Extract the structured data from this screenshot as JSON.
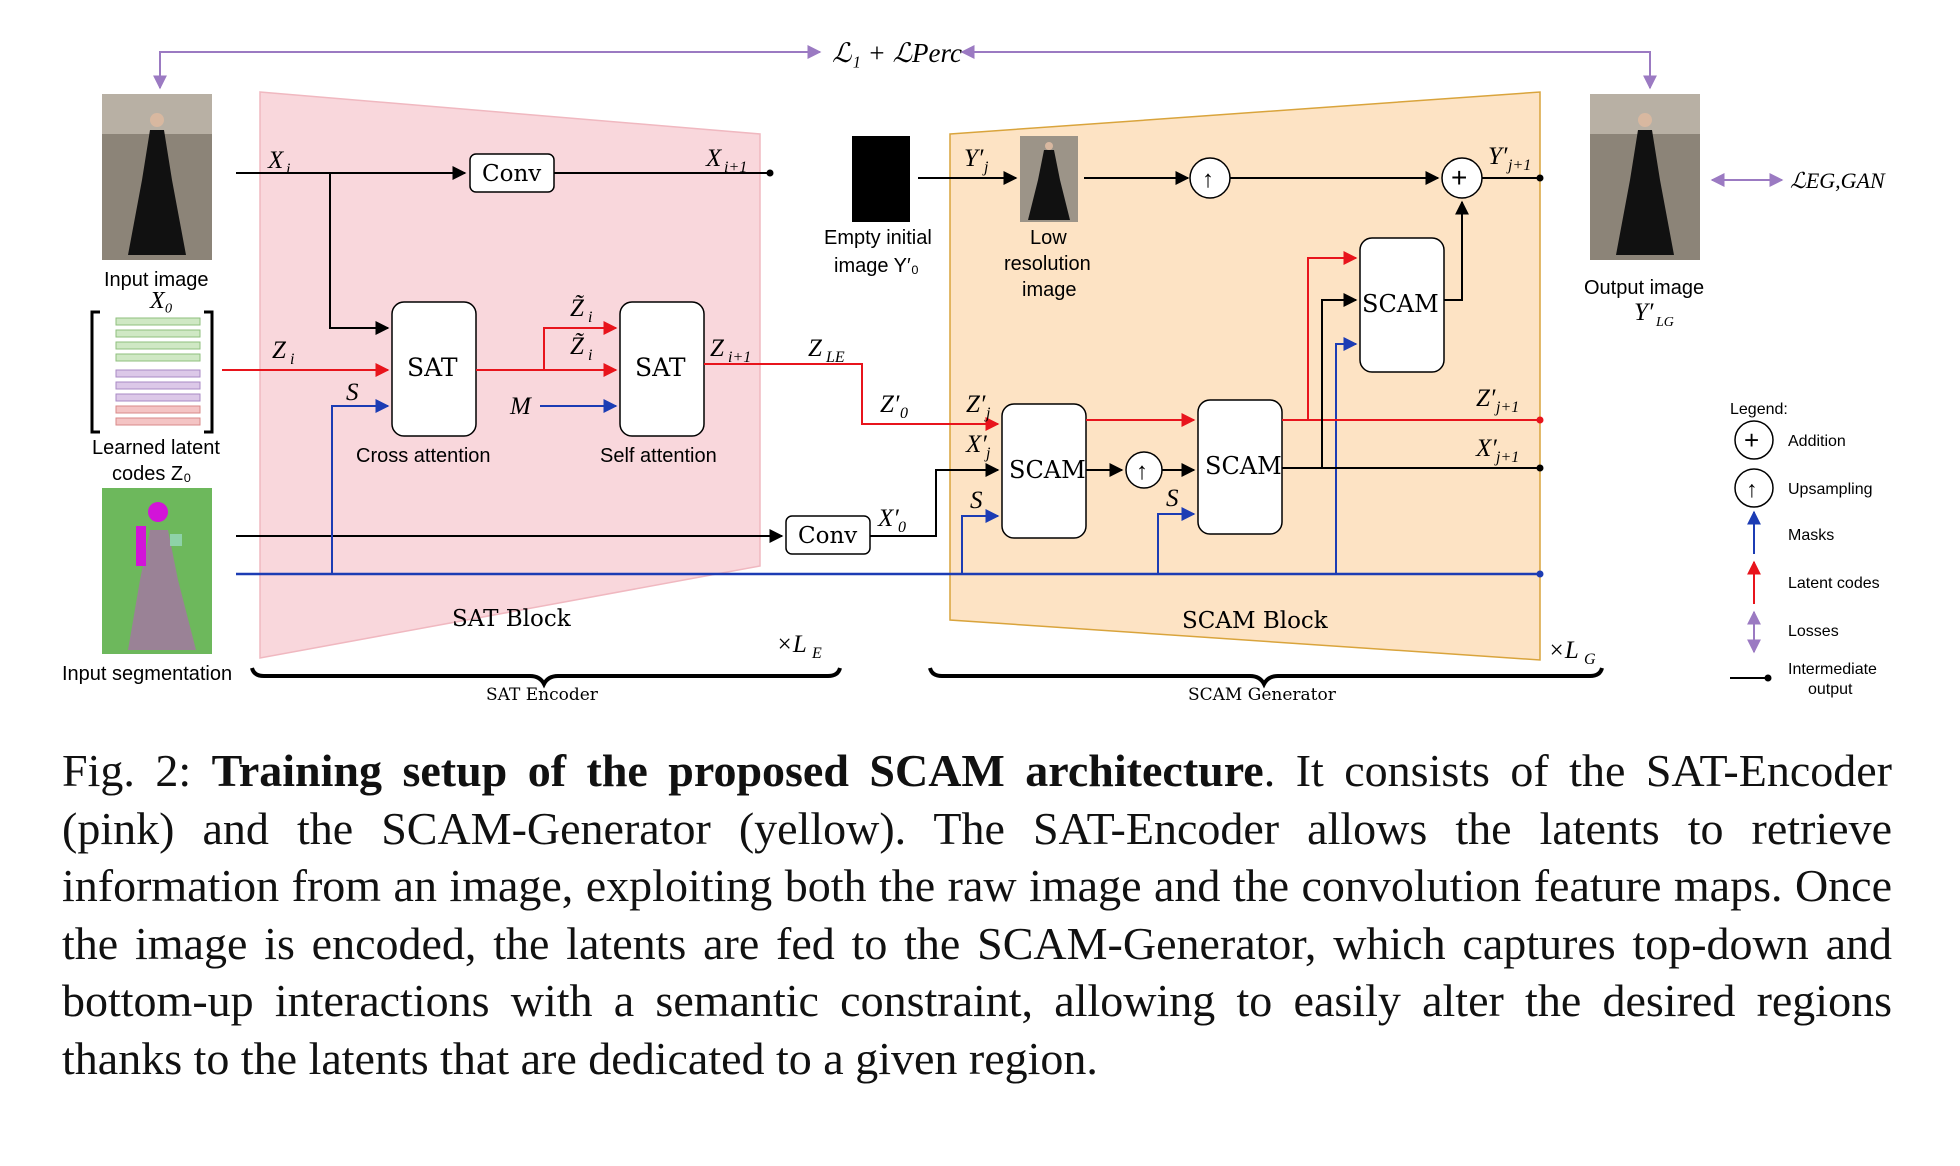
{
  "diagram": {
    "top_loss": "ℒ₁ + ℒPerc",
    "right_loss": "ℒEG,GAN",
    "input_image_label": "Input image",
    "input_image_var": "X₀",
    "latent_label_1": "Learned latent",
    "latent_label_2": "codes Z₀",
    "segmentation_label": "Input segmentation",
    "sat_block_label": "SAT Block",
    "sat_encoder_label": "SAT Encoder",
    "sat_repeat": "×L",
    "sat_repeat_sub": "E",
    "scam_block_label": "SCAM Block",
    "scam_generator_label": "SCAM Generator",
    "scam_repeat": "×L",
    "scam_repeat_sub": "G",
    "conv_label": "Conv",
    "sat_label": "SAT",
    "scam_label": "SCAM",
    "cross_attention": "Cross attention",
    "self_attention": "Self attention",
    "empty_image_1": "Empty initial",
    "empty_image_2": "image Y′₀",
    "low_res_1": "Low",
    "low_res_2": "resolution",
    "low_res_3": "image",
    "output_image_1": "Output image",
    "output_image_2": "Y′",
    "output_image_sub": "LG",
    "vars": {
      "Xi": "X",
      "Xi_sub": "i",
      "Xi1": "X",
      "Xi1_sub": "i+1",
      "Zi": "Z",
      "Zi_sub": "i",
      "Zi1": "Z",
      "Zi1_sub": "i+1",
      "ZLE": "Z",
      "ZLE_sub": "LE",
      "Z0p": "Z′",
      "Z0p_sub": "0",
      "Ztilde1": "Z̃",
      "Ztilde1_sub": "i",
      "Ztilde2": "Z̃",
      "Ztilde2_sub": "i",
      "S": "S",
      "M": "M",
      "X0p": "X′",
      "X0p_sub": "0",
      "Yjp": "Y′",
      "Yjp_sub": "j",
      "Yj1p": "Y′",
      "Yj1p_sub": "j+1",
      "Zjp": "Z′",
      "Zjp_sub": "j",
      "Xjp": "X′",
      "Xjp_sub": "j",
      "Zj1p": "Z′",
      "Zj1p_sub": "j+1",
      "Xj1p": "X′",
      "Xj1p_sub": "j+1",
      "plus_sym": "+",
      "up_sym": "↑"
    },
    "legend": {
      "title": "Legend:",
      "items": [
        "Addition",
        "Upsampling",
        "Masks",
        "Latent codes",
        "Losses",
        "Intermediate",
        "output"
      ],
      "plus_sym": "+",
      "up_sym": "↑"
    },
    "colors": {
      "sat_block": "#f9d7dc",
      "scam_block": "#fde3c4",
      "scam_block_border": "#d9a43c",
      "latent": "#e8141c",
      "mask": "#1c3cb4",
      "loss": "#9b7ac2",
      "default": "#000000"
    }
  },
  "caption": {
    "label": "Fig. 2: ",
    "bold": "Training setup of the proposed SCAM architecture",
    "text": ". It consists of the SAT-Encoder (pink) and the SCAM-Generator (yellow). The SAT-Encoder allows the latents to retrieve information from an image, exploiting both the raw image and the convolution feature maps. Once the image is encoded, the latents are fed to the SCAM-Generator, which captures top-down and bottom-up interactions with a semantic constraint, allowing to easily alter the desired regions thanks to the latents that are dedicated to a given region."
  }
}
